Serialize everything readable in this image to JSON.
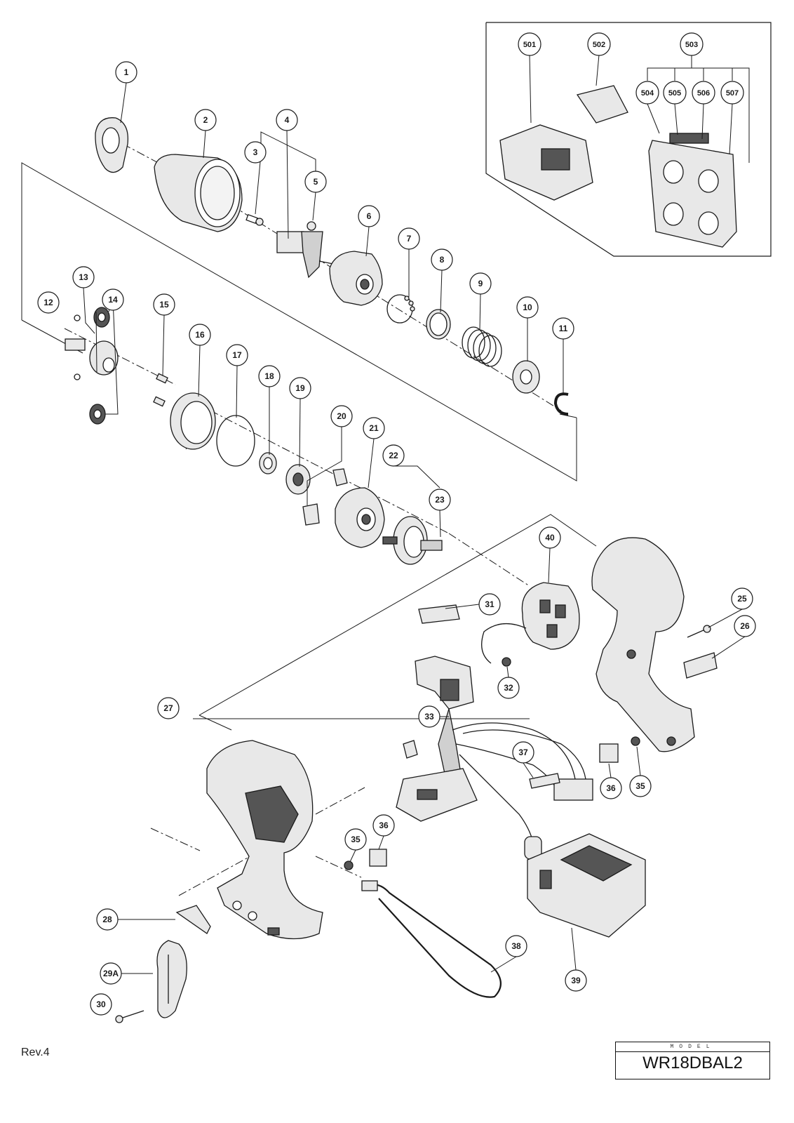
{
  "callouts": [
    "1",
    "2",
    "3",
    "4",
    "5",
    "6",
    "7",
    "8",
    "9",
    "10",
    "11",
    "12",
    "13",
    "14",
    "15",
    "16",
    "17",
    "18",
    "19",
    "20",
    "21",
    "22",
    "23",
    "25",
    "26",
    "27",
    "28",
    "29A",
    "30",
    "31",
    "32",
    "33",
    "35",
    "36",
    "37",
    "38",
    "39",
    "40",
    "501",
    "502",
    "503",
    "504",
    "505",
    "506",
    "507"
  ],
  "footer": {
    "revision": "Rev.4",
    "model_label": "MODEL",
    "model_value": "WR18DBAL2"
  },
  "colors": {
    "ink": "#1a1a1a",
    "fill": "#e8e8e8",
    "dark_fill": "#555555"
  }
}
